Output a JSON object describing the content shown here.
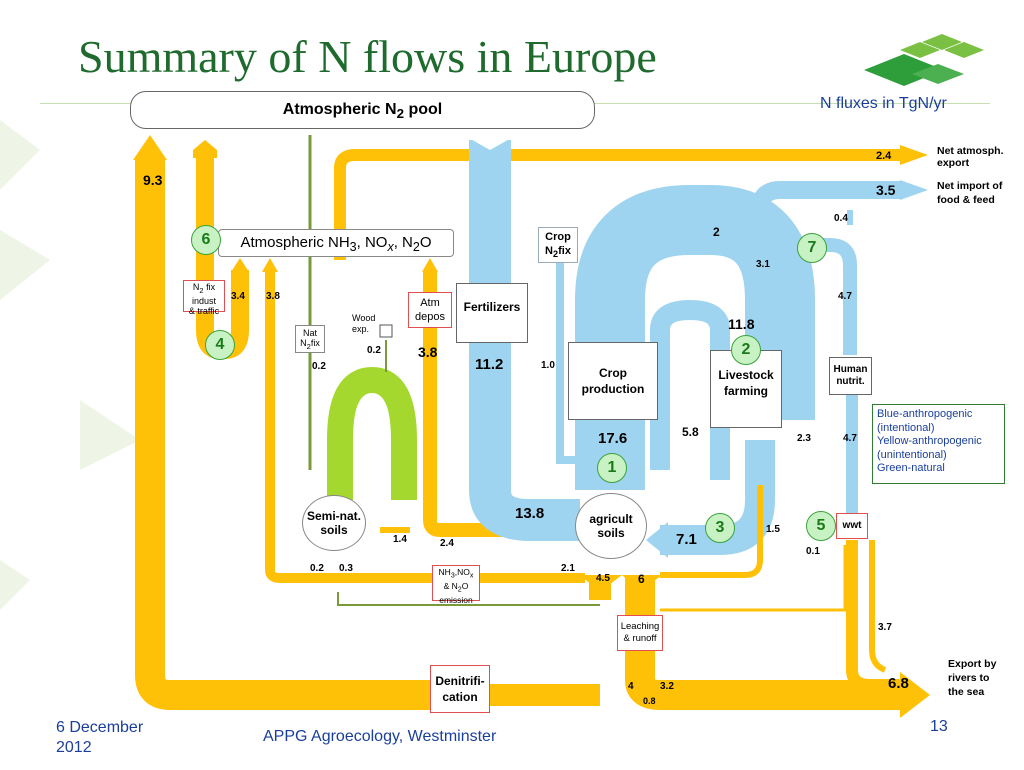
{
  "slide": {
    "title": "Summary of N flows in Europe",
    "units": "N fluxes in TgN/yr",
    "footer_date": "6 December\n2012",
    "footer_event": "APPG Agroecology, Westminster",
    "page_number": "13"
  },
  "colors": {
    "yellow": "#ffc107",
    "blue": "#9fd4f0",
    "green": "#8bc34a",
    "title": "#1f6b2e"
  },
  "legend": {
    "lines": [
      "Blue-anthropogenic",
      "(intentional)",
      "Yellow-anthropogenic",
      "(unintentional)",
      "Green-natural"
    ]
  },
  "boxes": {
    "pool_label": "Atmospheric N",
    "pool_sub": "2",
    "pool_suffix": " pool",
    "atm_label": "Atmospheric NH",
    "atm_sub1": "3",
    "atm_mid": ", NO",
    "atm_sub2": "x",
    "atm_mid2": ", N",
    "atm_sub3": "2",
    "atm_suffix": "O",
    "fertilizers": "Fertilizers",
    "crop_fix_1": "Crop",
    "crop_fix_2": "N",
    "crop_fix_sub": "2",
    "crop_fix_3": "fix",
    "crop_production_1": "Crop",
    "crop_production_2": "production",
    "livestock_1": "Livestock",
    "livestock_2": "farming",
    "human_1": "Human",
    "human_2": "nutrit.",
    "wwt": "wwt",
    "semi_nat_1": "Semi-nat.",
    "semi_nat_2": "soils",
    "agricult_1": "agricult",
    "agricult_2": "soils",
    "atm_depos_1": "Atm",
    "atm_depos_2": "depos",
    "n2fix_indust_1": "N",
    "n2fix_indust_sub": "2",
    "n2fix_indust_2": " fix",
    "n2fix_indust_3": "indust",
    "n2fix_indust_4": "& traffic",
    "nat_n2fix_1": "Nat",
    "nat_n2fix_2": "N",
    "nat_n2fix_sub": "2",
    "nat_n2fix_3": "fix",
    "wood_exp_1": "Wood",
    "wood_exp_2": "exp.",
    "emission_1": "NH",
    "emission_sub1": "3",
    "emission_2": ",NO",
    "emission_sub2": "x",
    "emission_3": "& N",
    "emission_sub3": "2",
    "emission_4": "O",
    "emission_5": "emission",
    "leaching_1": "Leaching",
    "leaching_2": "& runoff",
    "denitrification_1": "Denitrifi-",
    "denitrification_2": "cation"
  },
  "side_labels": {
    "net_atmosph_1": "Net atmosph.",
    "net_atmosph_2": "export",
    "net_import_1": "Net import of",
    "net_import_2": "food & feed",
    "export_rivers_1": "Export by",
    "export_rivers_2": "rivers to",
    "export_rivers_3": "the sea"
  },
  "circles": [
    "1",
    "2",
    "3",
    "4",
    "5",
    "6",
    "7"
  ],
  "values": {
    "v9_3": "9.3",
    "v2_4_top": "2.4",
    "v3_5": "3.5",
    "v0_4": "0.4",
    "v2_top": "2",
    "v3_1": "3.1",
    "v4_7_a": "4.7",
    "v11_8": "11.8",
    "v3_4": "3.4",
    "v3_8_a": "3.8",
    "v3_8_b": "3.8",
    "v0_2_nat": "0.2",
    "v0_2_wood": "0.2",
    "v11_2": "11.2",
    "v1_0": "1.0",
    "v17_6": "17.6",
    "v5_8": "5.8",
    "v2_3": "2.3",
    "v4_7_b": "4.7",
    "v13_8": "13.8",
    "v7_1": "7.1",
    "v1_5": "1.5",
    "v0_1": "0.1",
    "v1_4": "1.4",
    "v2_4_b": "2.4",
    "v0_2_b": "0.2",
    "v0_3": "0.3",
    "v2_1": "2.1",
    "v4_5": "4.5",
    "v6": "6",
    "v3_7": "3.7",
    "v4": "4",
    "v3_2": "3.2",
    "v0_8": "0.8",
    "v6_8": "6.8"
  }
}
